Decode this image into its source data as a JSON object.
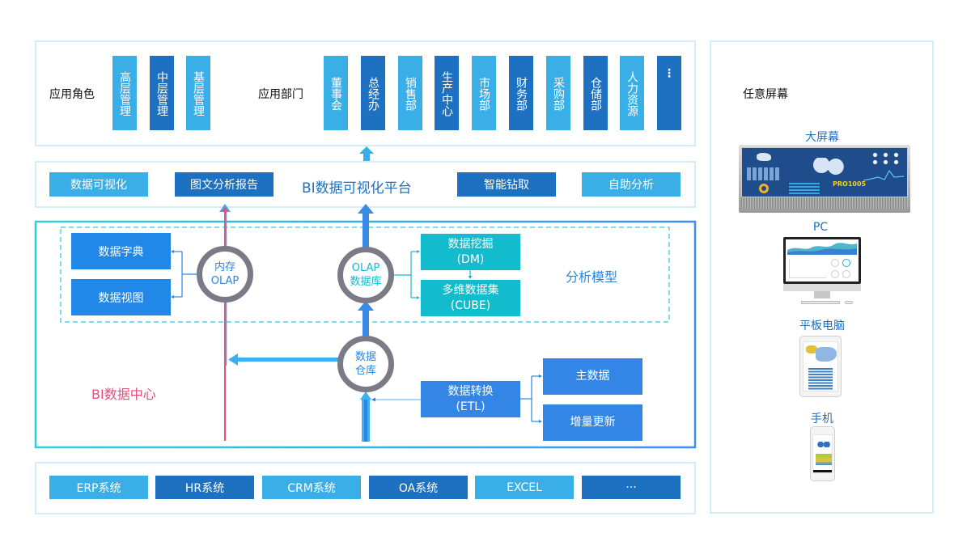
{
  "colors": {
    "light_blue": "#3aaee6",
    "dark_blue": "#1e70c0",
    "teal": "#12bccc",
    "accent_blue": "#2188e8",
    "pink": "#e84d78",
    "gray_ring": "#7c7a86"
  },
  "roles": {
    "label": "应用角色",
    "items": [
      {
        "label": "高层管理",
        "tone": "light"
      },
      {
        "label": "中层管理",
        "tone": "dark"
      },
      {
        "label": "基层管理",
        "tone": "light"
      }
    ]
  },
  "departments": {
    "label": "应用部门",
    "items": [
      {
        "label": "董事会",
        "tone": "light"
      },
      {
        "label": "总经办",
        "tone": "dark"
      },
      {
        "label": "销售部",
        "tone": "light"
      },
      {
        "label": "生产中心",
        "tone": "dark"
      },
      {
        "label": "市场部",
        "tone": "light"
      },
      {
        "label": "财务部",
        "tone": "dark"
      },
      {
        "label": "采购部",
        "tone": "light"
      },
      {
        "label": "仓储部",
        "tone": "dark"
      },
      {
        "label": "人力资源",
        "tone": "light"
      },
      {
        "label": "⋮",
        "tone": "dark"
      }
    ]
  },
  "platform": {
    "title": "BI数据可视化平台",
    "features": [
      {
        "label": "数据可视化",
        "tone": "light"
      },
      {
        "label": "图文分析报告",
        "tone": "dark"
      },
      {
        "label": "智能钻取",
        "tone": "dark"
      },
      {
        "label": "自助分析",
        "tone": "light"
      }
    ]
  },
  "data_center": {
    "title": "BI数据中心",
    "analysis_model_label": "分析模型",
    "dictionary": "数据字典",
    "view": "数据视图",
    "memory_olap": {
      "line1": "内存",
      "line2": "OLAP"
    },
    "olap_db": {
      "line1": "OLAP",
      "line2": "数据库"
    },
    "data_mining": {
      "line1": "数据挖掘",
      "line2": "(DM)"
    },
    "cube": {
      "line1": "多维数据集",
      "line2": "(CUBE)"
    },
    "warehouse": {
      "line1": "数据",
      "line2": "仓库"
    },
    "etl": {
      "line1": "数据转换",
      "line2": "(ETL)"
    },
    "master_data": "主数据",
    "incremental": "增量更新"
  },
  "sources": {
    "items": [
      {
        "label": "ERP系统",
        "tone": "light"
      },
      {
        "label": "HR系统",
        "tone": "dark"
      },
      {
        "label": "CRM系统",
        "tone": "light"
      },
      {
        "label": "OA系统",
        "tone": "dark"
      },
      {
        "label": "EXCEL",
        "tone": "light"
      },
      {
        "label": "···",
        "tone": "dark"
      }
    ]
  },
  "screens": {
    "title": "任意屏幕",
    "devices": [
      {
        "label": "大屏幕",
        "icon": "video-wall-icon",
        "text": "PRO1005"
      },
      {
        "label": "PC",
        "icon": "desktop-monitor-icon"
      },
      {
        "label": "平板电脑",
        "icon": "tablet-icon"
      },
      {
        "label": "手机",
        "icon": "smartphone-icon"
      }
    ]
  }
}
